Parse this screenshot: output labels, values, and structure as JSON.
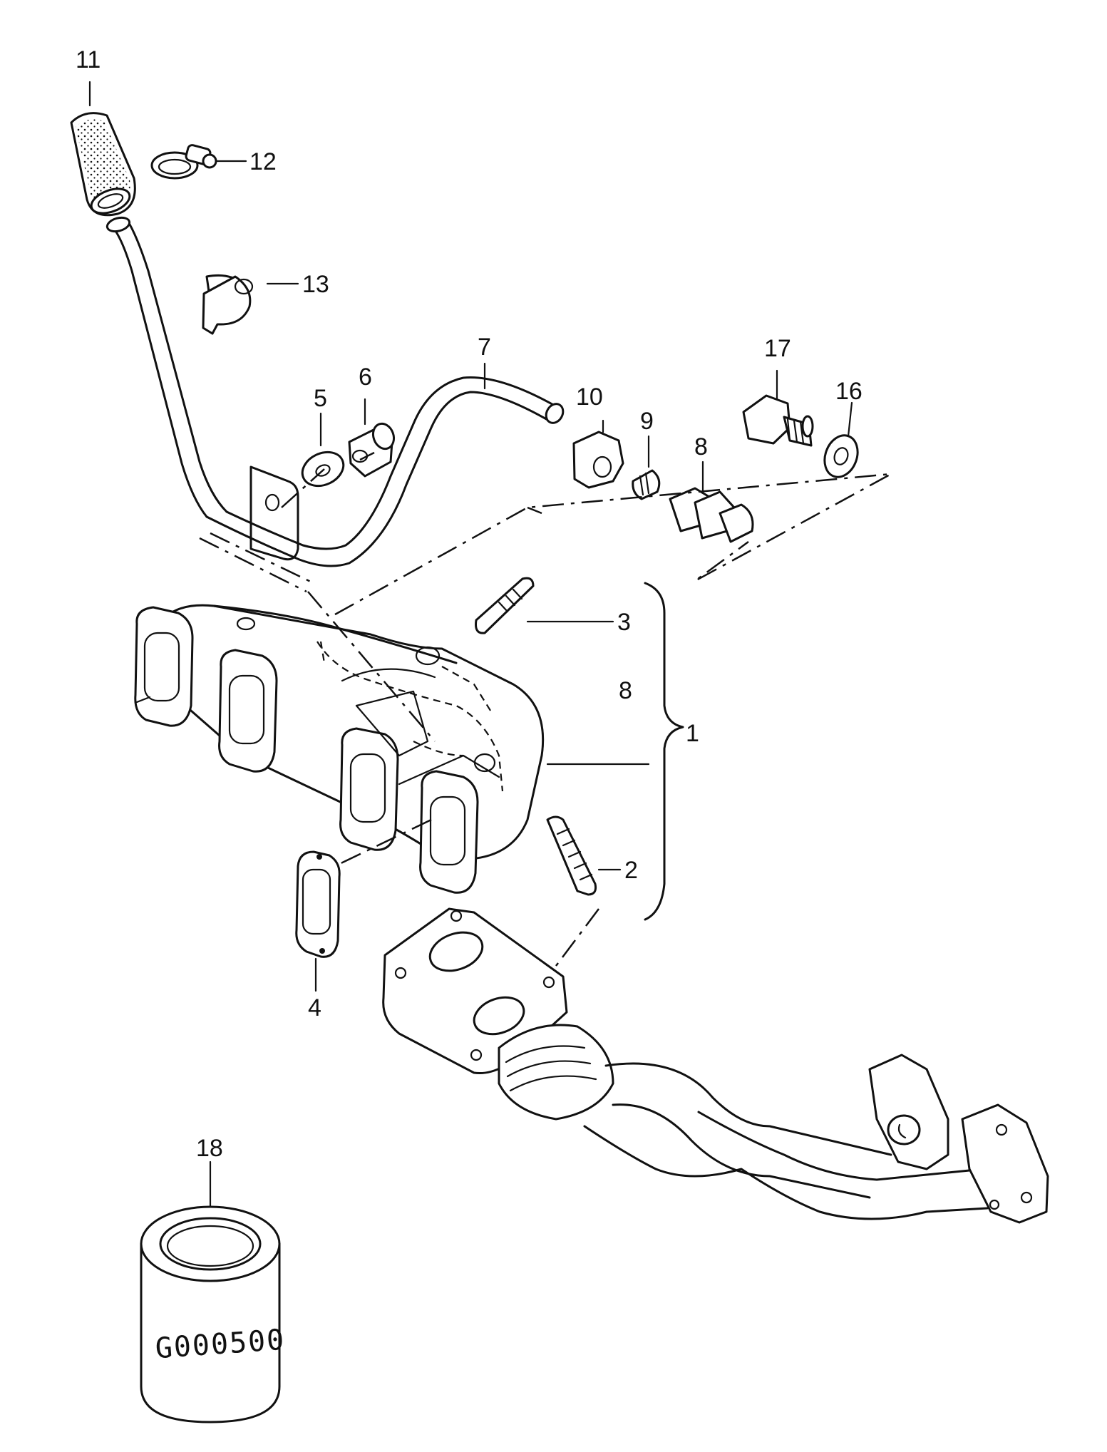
{
  "callouts": {
    "c1": "1",
    "c2": "2",
    "c3": "3",
    "c4": "4",
    "c5": "5",
    "c6": "6",
    "c7": "7",
    "c8": "8",
    "c8b": "8",
    "c9": "9",
    "c10": "10",
    "c11": "11",
    "c12": "12",
    "c13": "13",
    "c16": "16",
    "c17": "17",
    "c18": "18"
  },
  "filter_marking": "G000500",
  "colors": {
    "ink": "#111111",
    "paper": "#ffffff"
  }
}
